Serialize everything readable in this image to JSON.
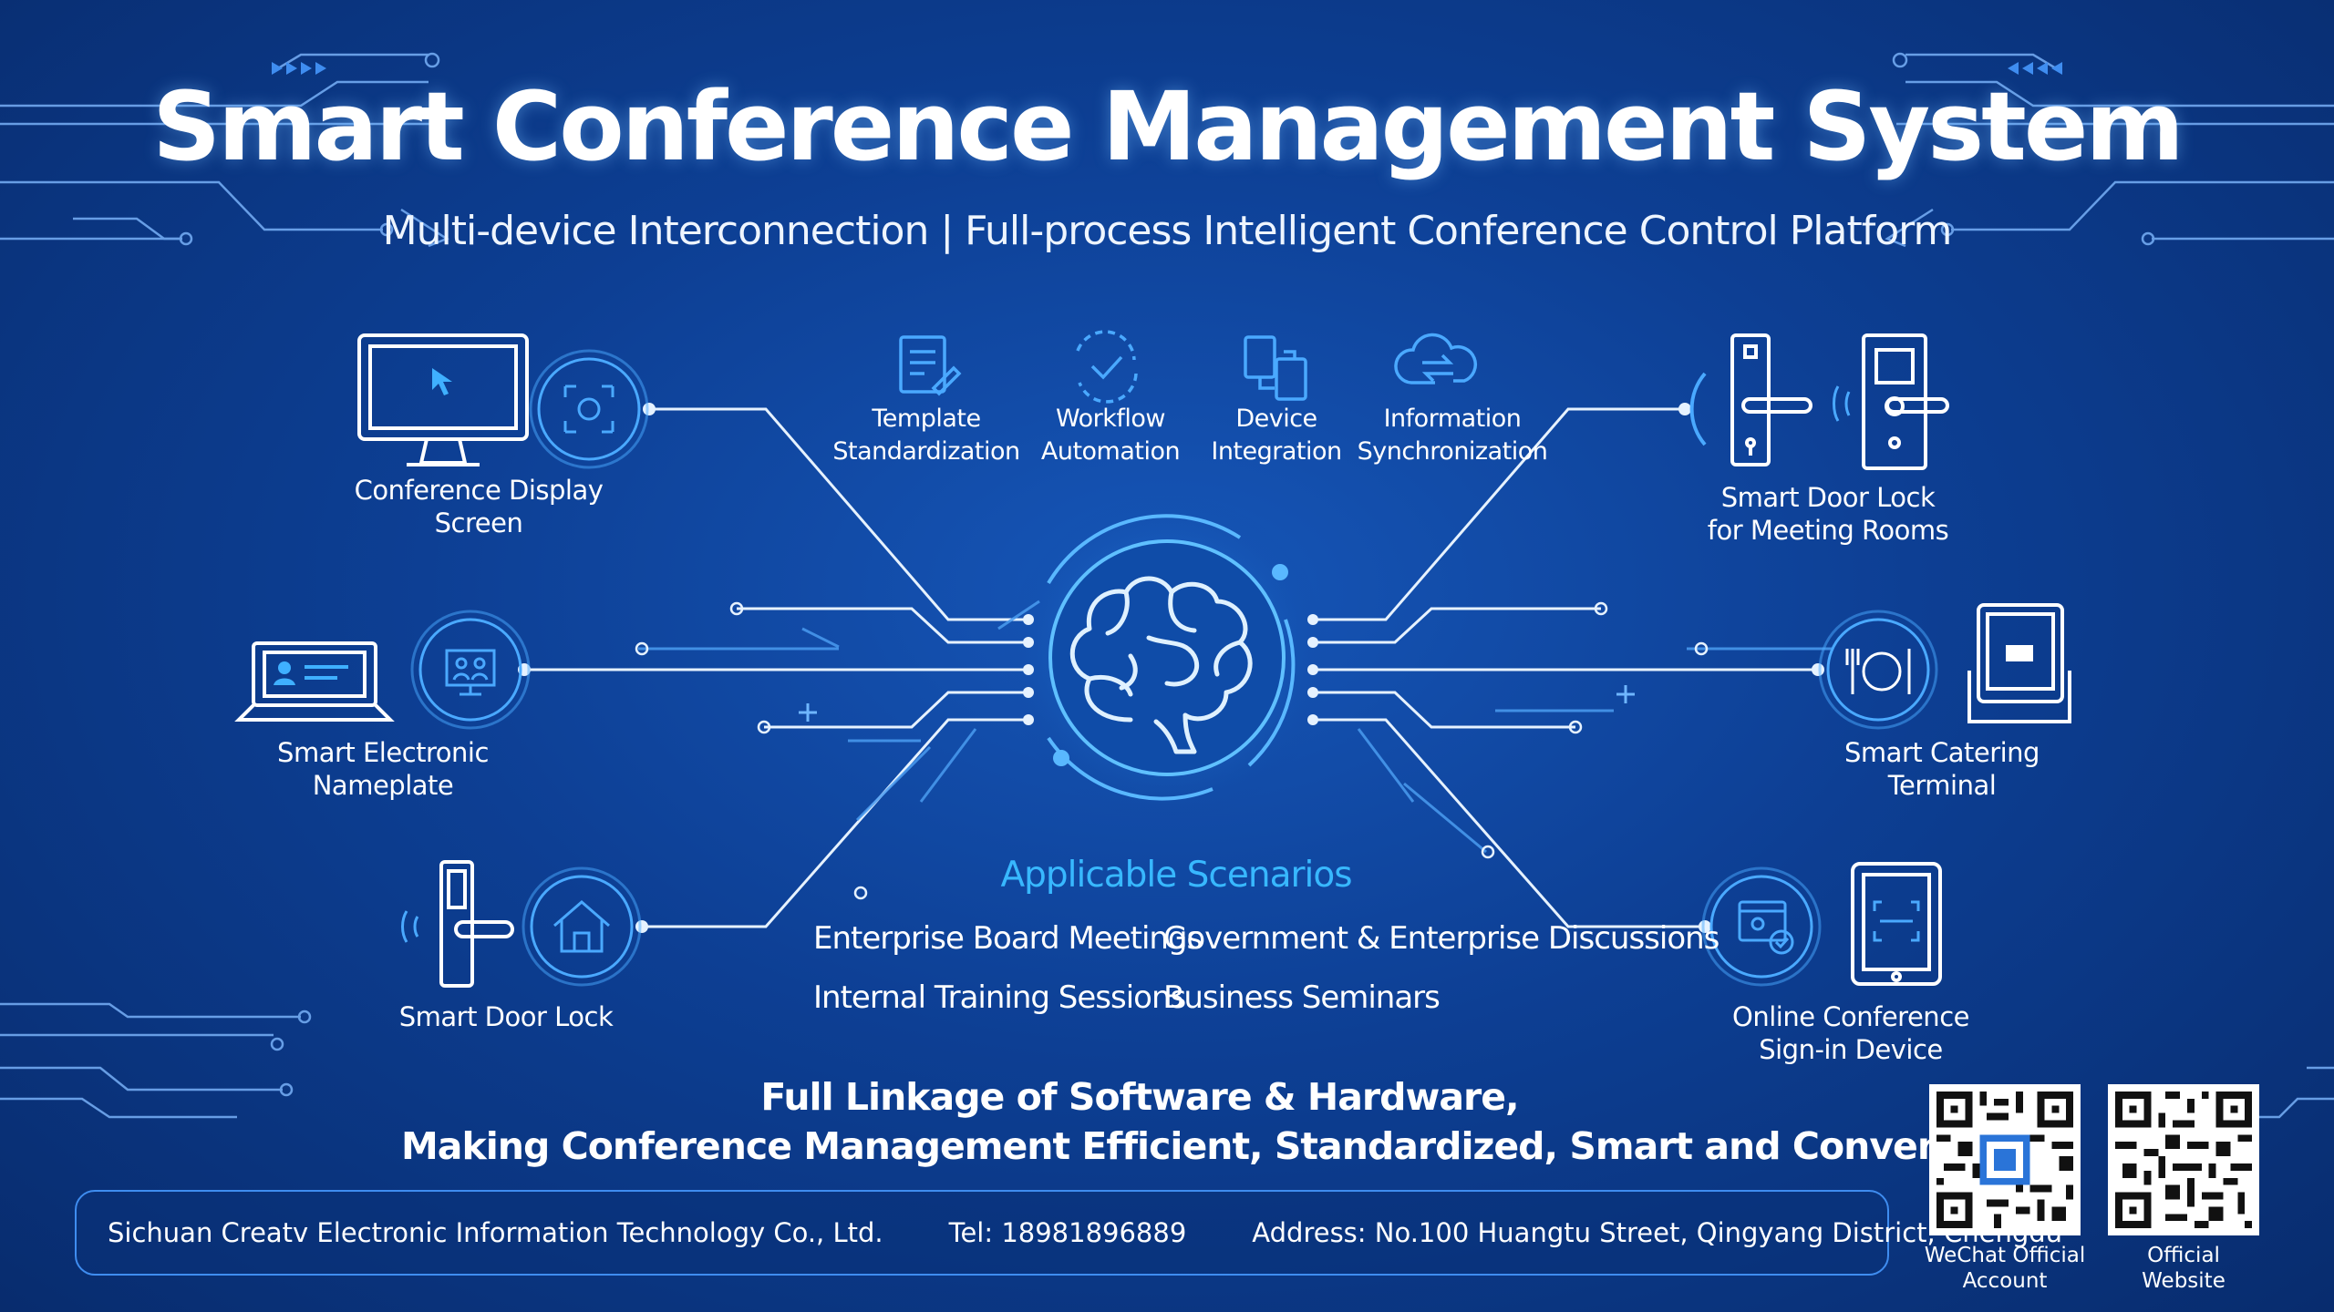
{
  "header": {
    "title": "Smart Conference Management System",
    "subtitle": "Multi-device Interconnection | Full-process Intelligent Conference Control Platform"
  },
  "features": [
    {
      "line1": "Template",
      "line2": "Standardization",
      "icon": "document-edit-icon"
    },
    {
      "line1": "Workflow",
      "line2": "Automation",
      "icon": "refresh-check-icon"
    },
    {
      "line1": "Device",
      "line2": "Integration",
      "icon": "devices-icon"
    },
    {
      "line1": "Information",
      "line2": "Synchronization",
      "icon": "cloud-sync-icon"
    }
  ],
  "devices": {
    "display": {
      "line1": "Conference Display",
      "line2": "Screen"
    },
    "nameplate": {
      "line1": "Smart Electronic",
      "line2": "Nameplate"
    },
    "door_lock": {
      "line1": "Smart Door Lock"
    },
    "meeting_lock": {
      "line1": "Smart Door Lock",
      "line2": "for Meeting Rooms"
    },
    "catering": {
      "line1": "Smart Catering",
      "line2": "Terminal"
    },
    "signin": {
      "line1": "Online Conference",
      "line2": "Sign-in Device"
    }
  },
  "scenarios": {
    "title": "Applicable Scenarios",
    "items": [
      "Enterprise Board Meetings",
      "Government & Enterprise Discussions",
      "Internal Training Sessions",
      "Business Seminars"
    ]
  },
  "tagline": {
    "line1": "Full Linkage of Software & Hardware,",
    "line2": "Making Conference Management Efficient, Standardized, Smart and Convenient"
  },
  "footer": {
    "company": "Sichuan Creatv Electronic Information Technology Co., Ltd.",
    "tel": "Tel: 18981896889",
    "address": "Address: No.100 Huangtu Street, Qingyang District, Chengdu"
  },
  "qr_codes": [
    {
      "line1": "WeChat Official",
      "line2": "Account"
    },
    {
      "line1": "Official",
      "line2": "Website"
    }
  ],
  "colors": {
    "background": "#0d3f94",
    "accent": "#38b8ff",
    "line": "#cfe4ff"
  }
}
